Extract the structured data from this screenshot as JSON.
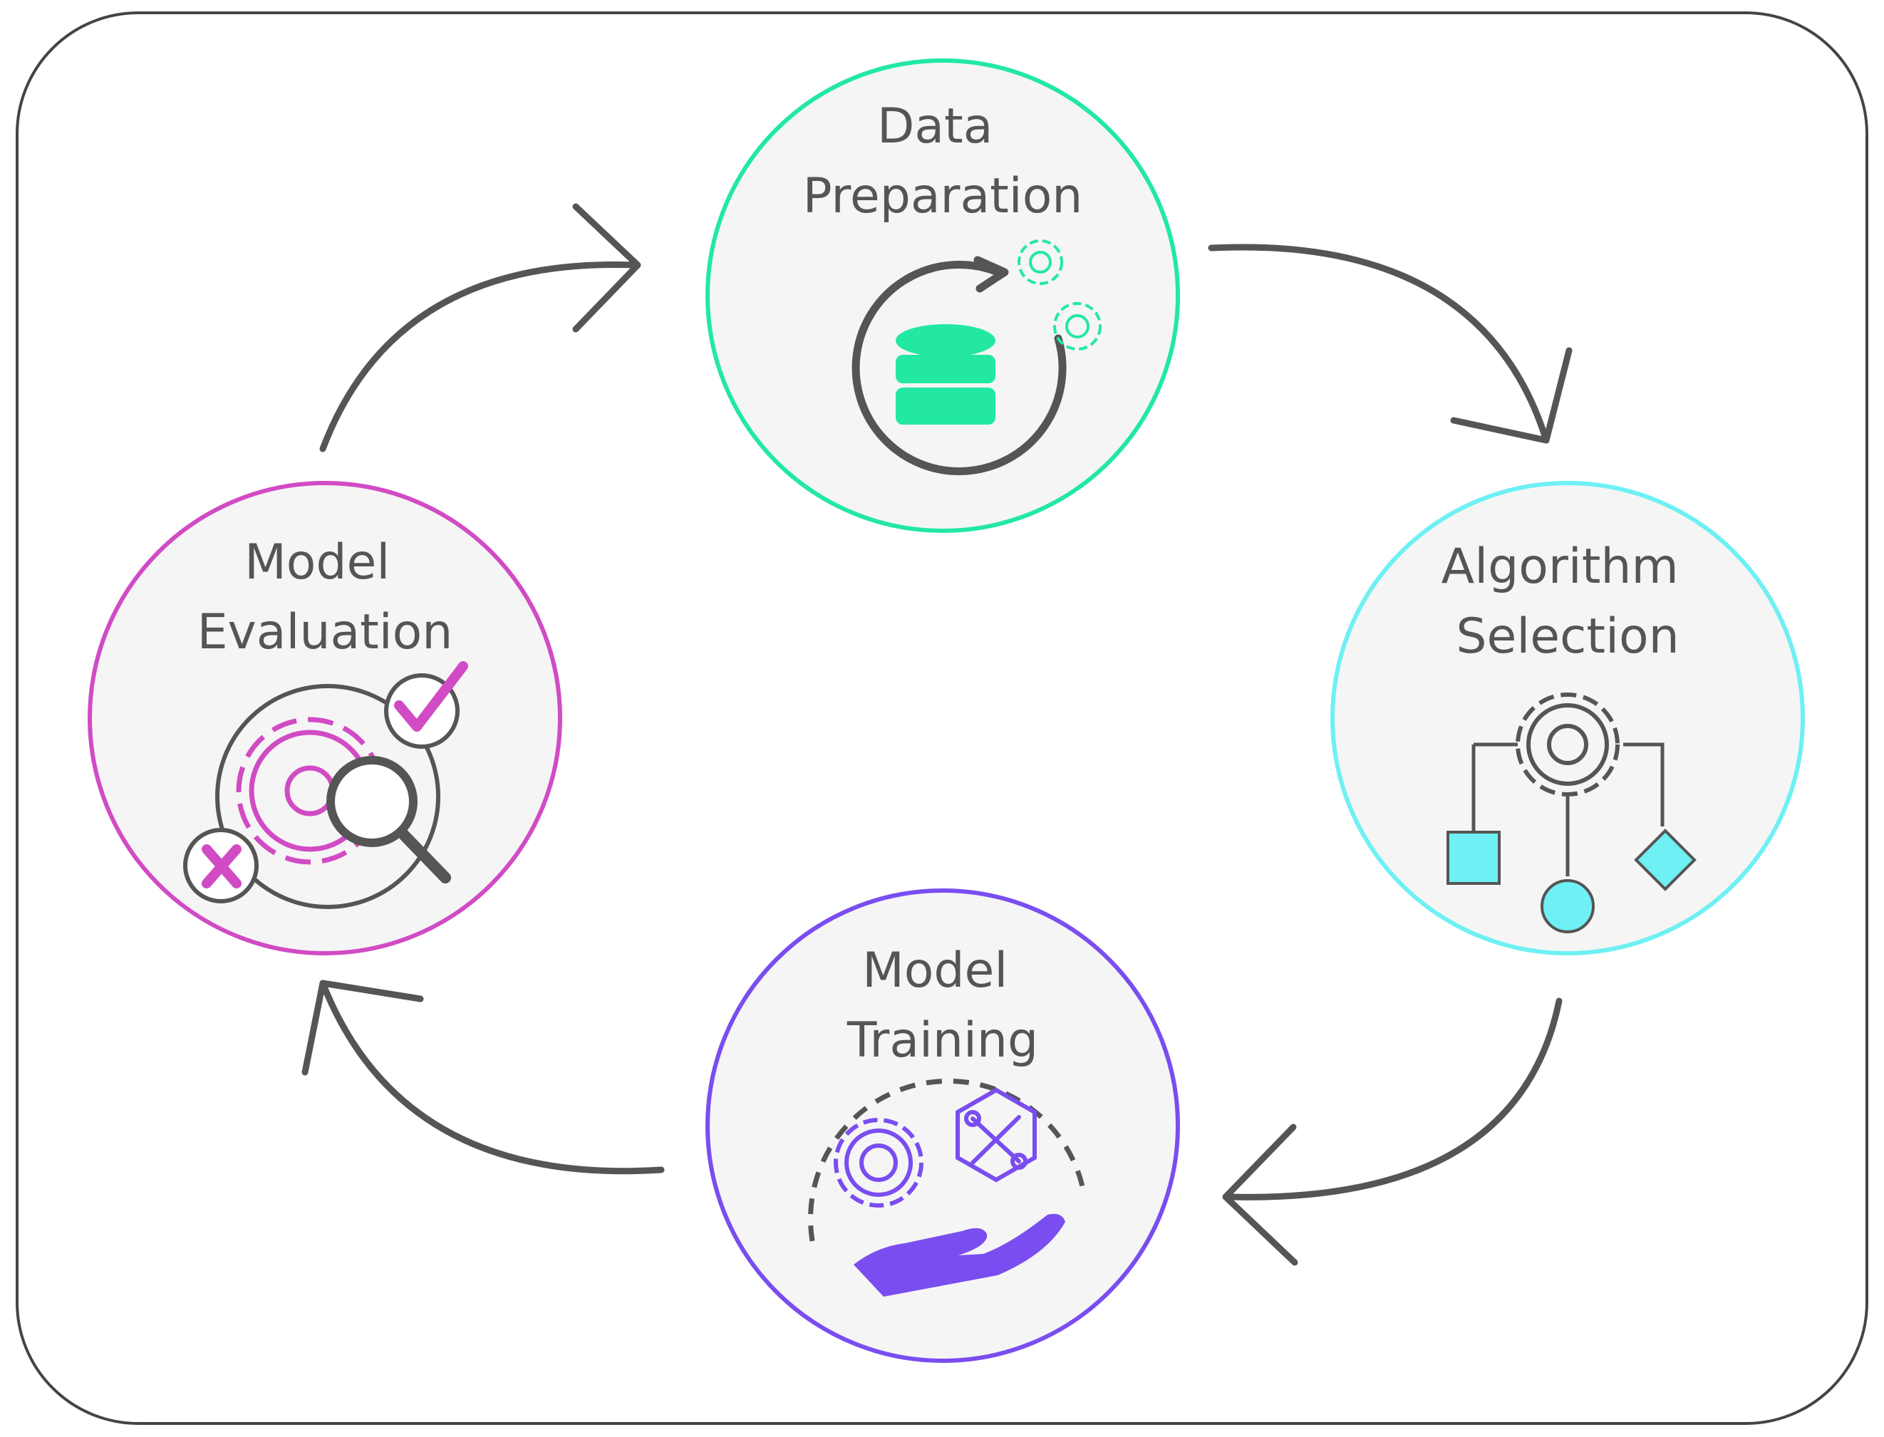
{
  "stages": {
    "data_preparation": {
      "line1": "Data",
      "line2": "Preparation",
      "color": "#22e8a2"
    },
    "algorithm_selection": {
      "line1": "Algorithm",
      "line2": "Selection",
      "color": "#6ef0f4"
    },
    "model_training": {
      "line1": "Model",
      "line2": "Training",
      "color": "#7a4df0"
    },
    "model_evaluation": {
      "line1": "Model",
      "line2": "Evaluation",
      "color": "#d14bc4"
    }
  },
  "icons": {
    "data_preparation": [
      "refresh-arrow-icon",
      "database-icon",
      "gear-icon",
      "gear-icon"
    ],
    "algorithm_selection": [
      "gear-icon",
      "square-icon",
      "circle-icon",
      "diamond-icon"
    ],
    "model_training": [
      "gear-icon",
      "wrench-screwdriver-icon",
      "hand-icon"
    ],
    "model_evaluation": [
      "gear-icon",
      "magnifier-icon",
      "checkmark-icon",
      "x-mark-icon"
    ]
  },
  "colors": {
    "frame": "#444444",
    "arrow": "#555555",
    "node_fill": "#f5f5f5",
    "text": "#555555"
  }
}
